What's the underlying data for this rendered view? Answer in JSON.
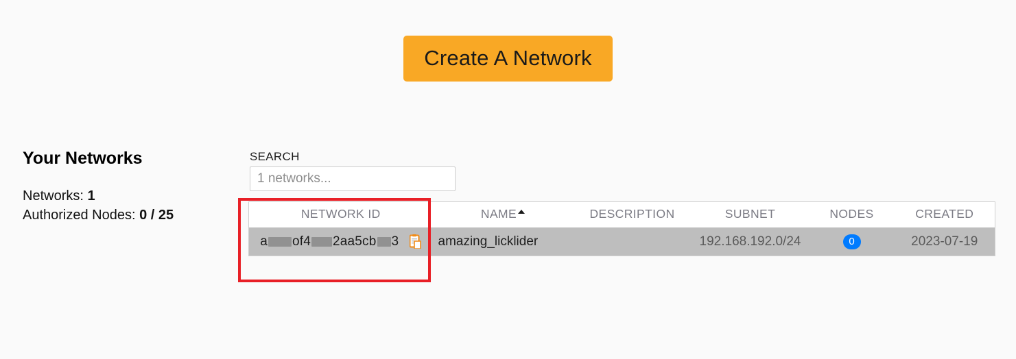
{
  "page": {
    "background_color": "#fafafa"
  },
  "create_button": {
    "label": "Create A Network",
    "color": "#f9a825",
    "icon": "none"
  },
  "left_panel": {
    "title": "Your Networks",
    "stats": [
      {
        "label": "Networks:",
        "value": "1"
      },
      {
        "label": "Authorized Nodes:",
        "value": "0 / 25"
      }
    ]
  },
  "search": {
    "label": "SEARCH",
    "placeholder": "1 networks...",
    "value": ""
  },
  "table": {
    "columns": [
      {
        "key": "network_id",
        "label": "NETWORK ID",
        "sorted": false
      },
      {
        "key": "name",
        "label": "NAME",
        "sorted": true,
        "sort_direction": "asc"
      },
      {
        "key": "description",
        "label": "DESCRIPTION",
        "sorted": false
      },
      {
        "key": "subnet",
        "label": "SUBNET",
        "sorted": false
      },
      {
        "key": "nodes",
        "label": "NODES",
        "sorted": false
      },
      {
        "key": "created",
        "label": "CREATED",
        "sorted": false
      }
    ],
    "rows": [
      {
        "network_id_visible": "a██of4██2aa5cb██3",
        "network_id_parts": [
          "a",
          "[redacted]",
          "of4",
          "[redacted]",
          "2aa5cb",
          "[redacted]",
          "3"
        ],
        "copy_icon": "clipboard-icon",
        "name": "amazing_licklider",
        "description": "",
        "subnet": "192.168.192.0/24",
        "nodes": "0",
        "nodes_badge_color": "#007bff",
        "created": "2023-07-19"
      }
    ]
  },
  "annotation": {
    "type": "highlight-rectangle",
    "color": "#e81f26",
    "target": "network-id-column"
  }
}
